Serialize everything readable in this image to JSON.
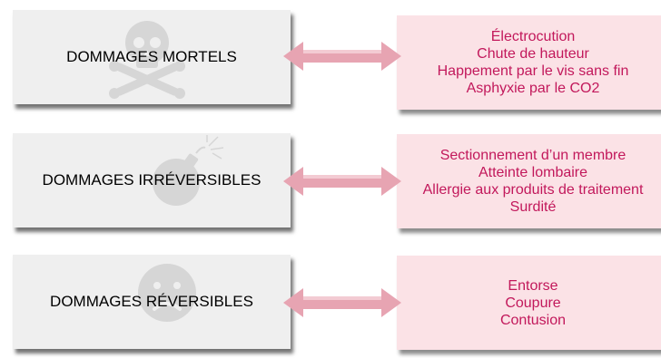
{
  "rows": [
    {
      "label": "DOMMAGES MORTELS",
      "icon": "skull-crossbones-icon",
      "items": [
        "Électrocution",
        "Chute de hauteur",
        "Happement par le vis sans fin",
        "Asphyxie par le CO2"
      ]
    },
    {
      "label": "DOMMAGES IRRÉVERSIBLES",
      "icon": "bomb-icon",
      "items": [
        "Sectionnement d’un membre",
        "Atteinte lombaire",
        "Allergie aux produits de traitement",
        "Surdité"
      ]
    },
    {
      "label": "DOMMAGES RÉVERSIBLES",
      "icon": "sad-face-icon",
      "items": [
        "Entorse",
        "Coupure",
        "Contusion"
      ]
    }
  ],
  "colors": {
    "left_box": "#efefef",
    "right_box": "#fbe2e6",
    "right_text": "#c2185b",
    "arrow": "#e7a4b2",
    "icon": "#d6d6d6"
  }
}
